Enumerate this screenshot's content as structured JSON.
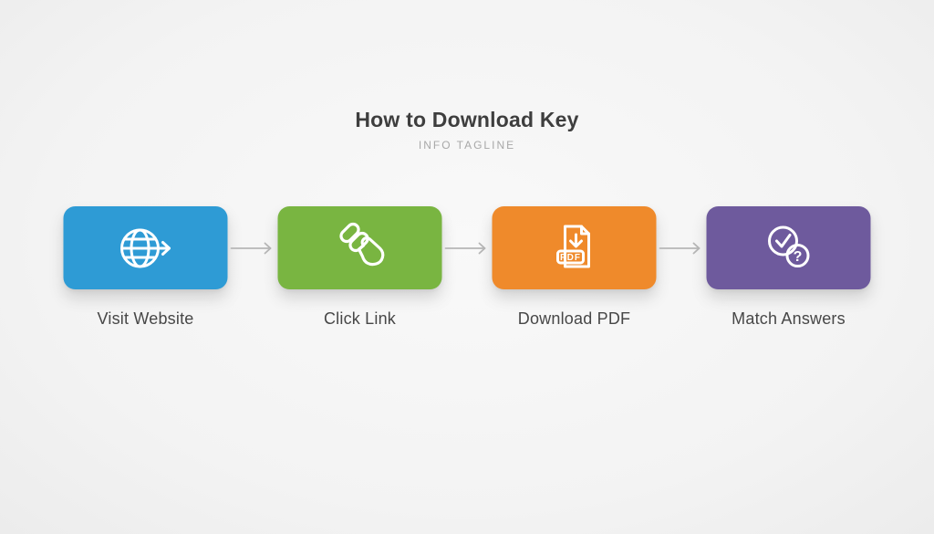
{
  "header": {
    "title": "How to Download Key",
    "subtitle": "INFO TAGLINE"
  },
  "steps": [
    {
      "label": "Visit Website",
      "icon": "globe-arrow-icon",
      "color": "#2E9BD5"
    },
    {
      "label": "Click Link",
      "icon": "link-click-icon",
      "color": "#79B541"
    },
    {
      "label": "Download PDF",
      "icon": "pdf-download-icon",
      "color": "#EF8A2B",
      "badge": "PDF"
    },
    {
      "label": "Match Answers",
      "icon": "check-question-icon",
      "color": "#6E5A9D",
      "glyph": "?"
    }
  ],
  "colors": {
    "background": "#f3f3f3",
    "arrow": "#b7b7b7",
    "icon": "#ffffff",
    "title": "#3e3e3e",
    "subtitle": "#a8a8a8",
    "label": "#474747"
  }
}
